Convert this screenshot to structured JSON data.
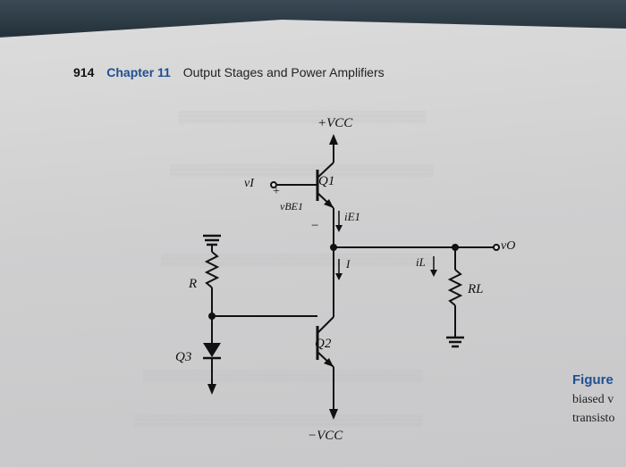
{
  "header": {
    "page_number": "914",
    "chapter": "Chapter 11",
    "title": "Output Stages and Power Amplifiers"
  },
  "circuit": {
    "labels": {
      "vcc_pos": "+VCC",
      "vcc_neg": "−VCC",
      "q1": "Q1",
      "q2": "Q2",
      "q3": "Q3",
      "vi": "vI",
      "vbe1": "vBE1",
      "plus": "+",
      "minus": "−",
      "ie1": "iE1",
      "current_i": "I",
      "il": "iL",
      "vo": "vO",
      "r": "R",
      "rl": "RL"
    }
  },
  "caption": {
    "figure": "Figure",
    "line1": "biased v",
    "line2": "transisto"
  }
}
